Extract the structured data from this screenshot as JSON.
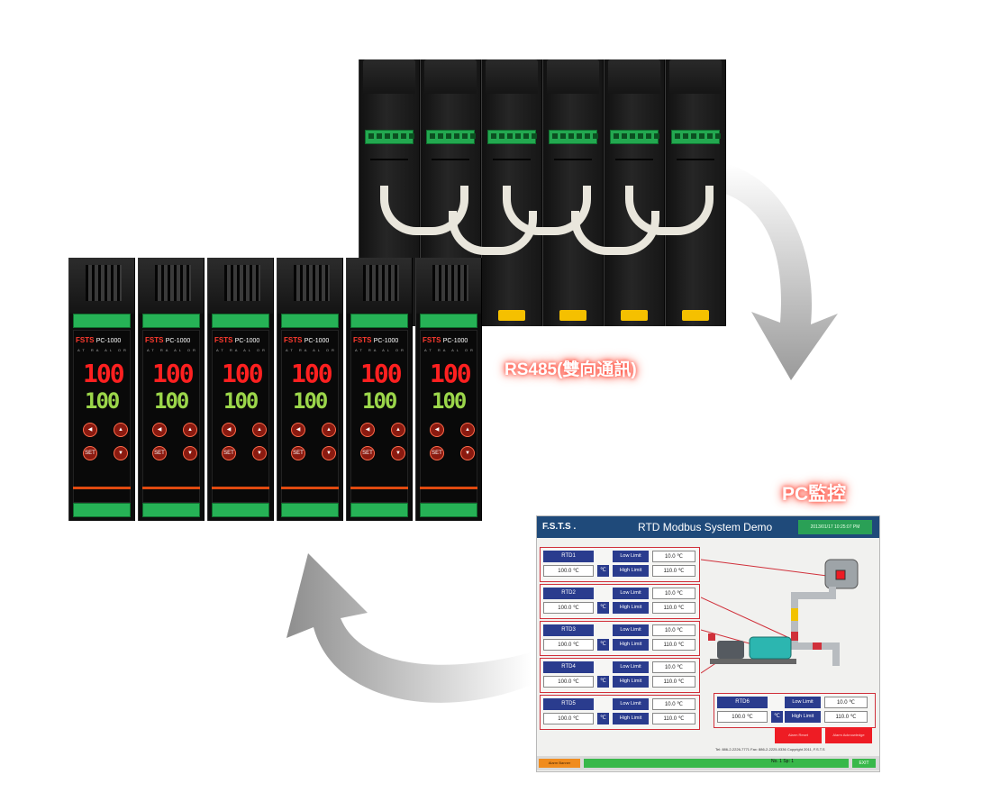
{
  "labels": {
    "rs485": "RS485(雙向通訊)",
    "pc_monitor": "PC監控"
  },
  "controllers": {
    "brand": "FSTS",
    "model": "PC-1000",
    "led_labels": "AT RA AL OR",
    "pv_display": "100",
    "sv_display": "100",
    "set_button": "SET"
  },
  "hmi": {
    "brand": "F.S.T.S .",
    "title": "RTD Modbus System Demo",
    "datetime": "2013/01/17 10:25:07 PM",
    "rows": [
      {
        "name": "RTD1",
        "value": "100.0",
        "unit_inline": "℃",
        "unit": "℃",
        "low_label": "Low Limit",
        "low_value": "10.0 ℃",
        "high_label": "High Limit",
        "high_value": "110.0 ℃"
      },
      {
        "name": "RTD2",
        "value": "100.0",
        "unit_inline": "℃",
        "unit": "℃",
        "low_label": "Low Limit",
        "low_value": "10.0 ℃",
        "high_label": "High Limit",
        "high_value": "110.0 ℃"
      },
      {
        "name": "RTD3",
        "value": "100.0",
        "unit_inline": "℃",
        "unit": "℃",
        "low_label": "Low Limit",
        "low_value": "10.0 ℃",
        "high_label": "High Limit",
        "high_value": "110.0 ℃"
      },
      {
        "name": "RTD4",
        "value": "100.0",
        "unit_inline": "℃",
        "unit": "℃",
        "low_label": "Low Limit",
        "low_value": "10.0 ℃",
        "high_label": "High Limit",
        "high_value": "110.0 ℃"
      },
      {
        "name": "RTD5",
        "value": "100.0",
        "unit_inline": "℃",
        "unit": "℃",
        "low_label": "Low Limit",
        "low_value": "10.0 ℃",
        "high_label": "High Limit",
        "high_value": "110.0 ℃"
      }
    ],
    "rtd6": {
      "name": "RTD6",
      "value": "100.0",
      "unit_inline": "℃",
      "unit": "℃",
      "low_label": "Low Limit",
      "low_value": "10.0 ℃",
      "high_label": "High Limit",
      "high_value": "110.0 ℃"
    },
    "btn_left": "Alarm Reset",
    "btn_right": "Alarm Acknowledge",
    "footer_note": "Tel: 886-2-2226-7771 Fax: 886-2-2225-0336  Copyright 2011, F.S.T.S",
    "alarm_label": "Alarm Banner",
    "comm_status": "No. 1 Sp: 1",
    "exit_label": "EXIT"
  },
  "colors": {
    "hmi_titlebar": "#1f4a7a",
    "label_box": "#2a3c8e",
    "alarm_row_border": "#d0303a",
    "led_red": "#ff2020",
    "led_green": "#9bd64a"
  }
}
